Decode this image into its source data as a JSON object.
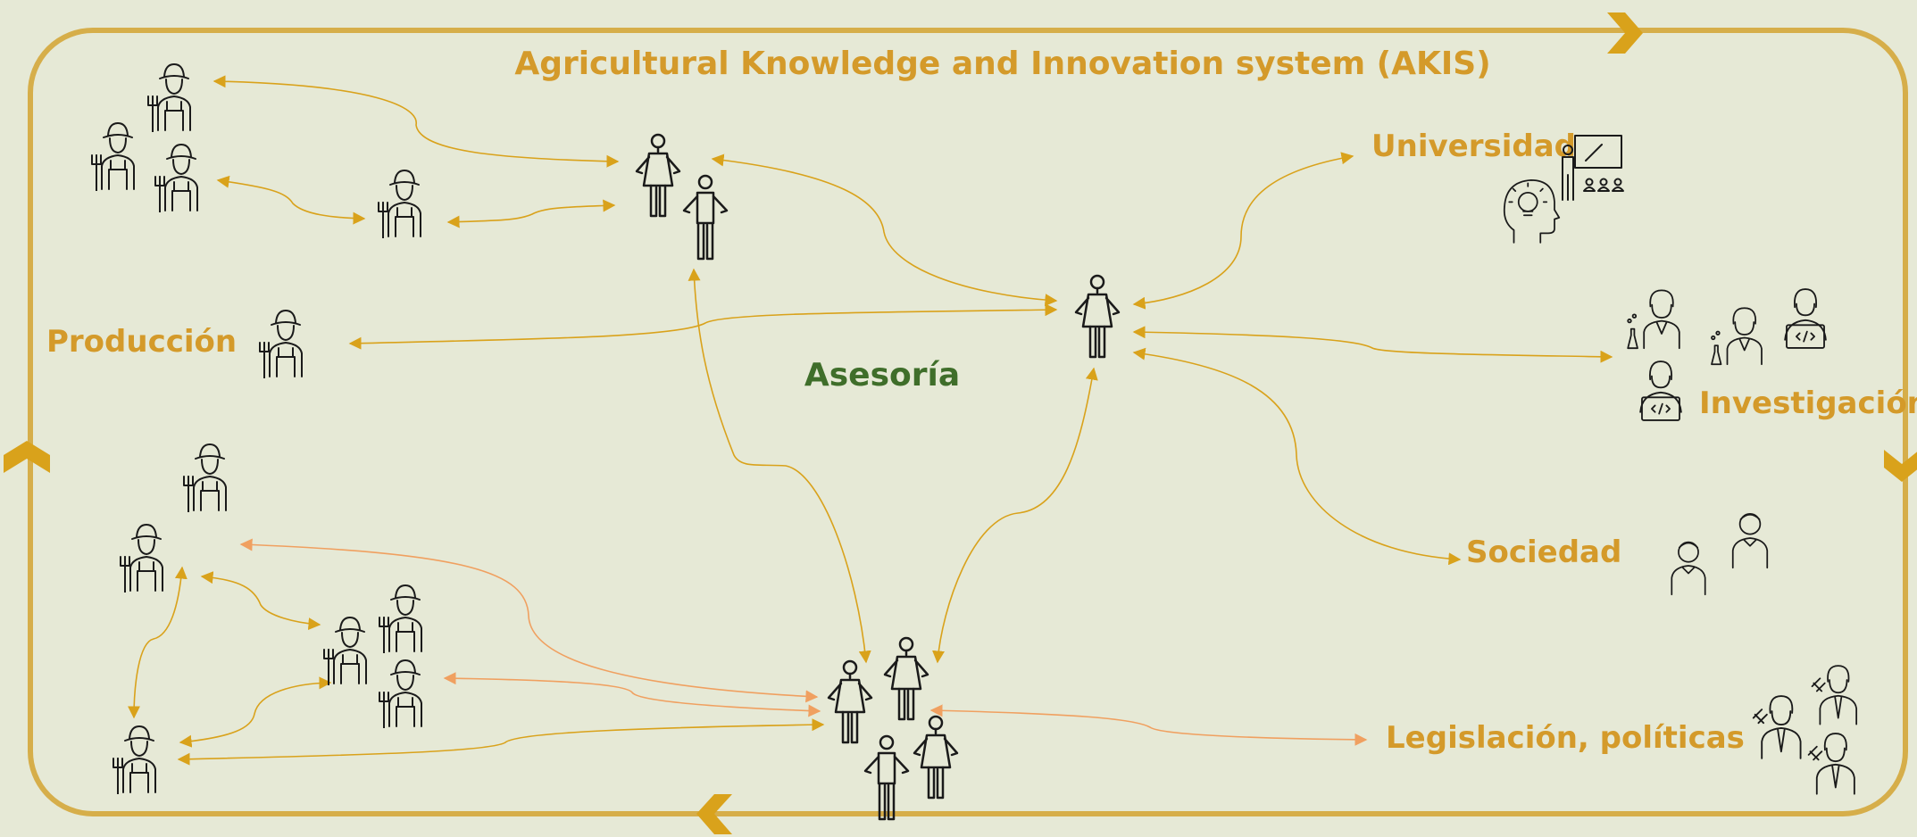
{
  "diagram": {
    "title": "Agricultural Knowledge and Innovation system (AKIS)",
    "center_label": "Asesoría",
    "labels": {
      "produccion": "Producción",
      "universidad": "Universidad",
      "investigacion": "Investigación",
      "sociedad": "Sociedad",
      "legislacion": "Legislación, políticas"
    },
    "colors": {
      "background": "#e6e9d6",
      "frame": "#d6ae4a",
      "label": "#d49a2a",
      "center_label": "#3f6e2a",
      "arrow": "#d9a21b",
      "arrow_light": "#f0a060",
      "icon": "#1a1a1a"
    },
    "icons": {
      "farmer": "farmer-icon",
      "adviser": "adviser-icon",
      "teacher": "teacher-icon",
      "idea": "lightbulb-head-icon",
      "scientist": "scientist-icon",
      "coder": "coder-icon",
      "child": "child-icon",
      "lawyer": "lawyer-icon"
    }
  }
}
